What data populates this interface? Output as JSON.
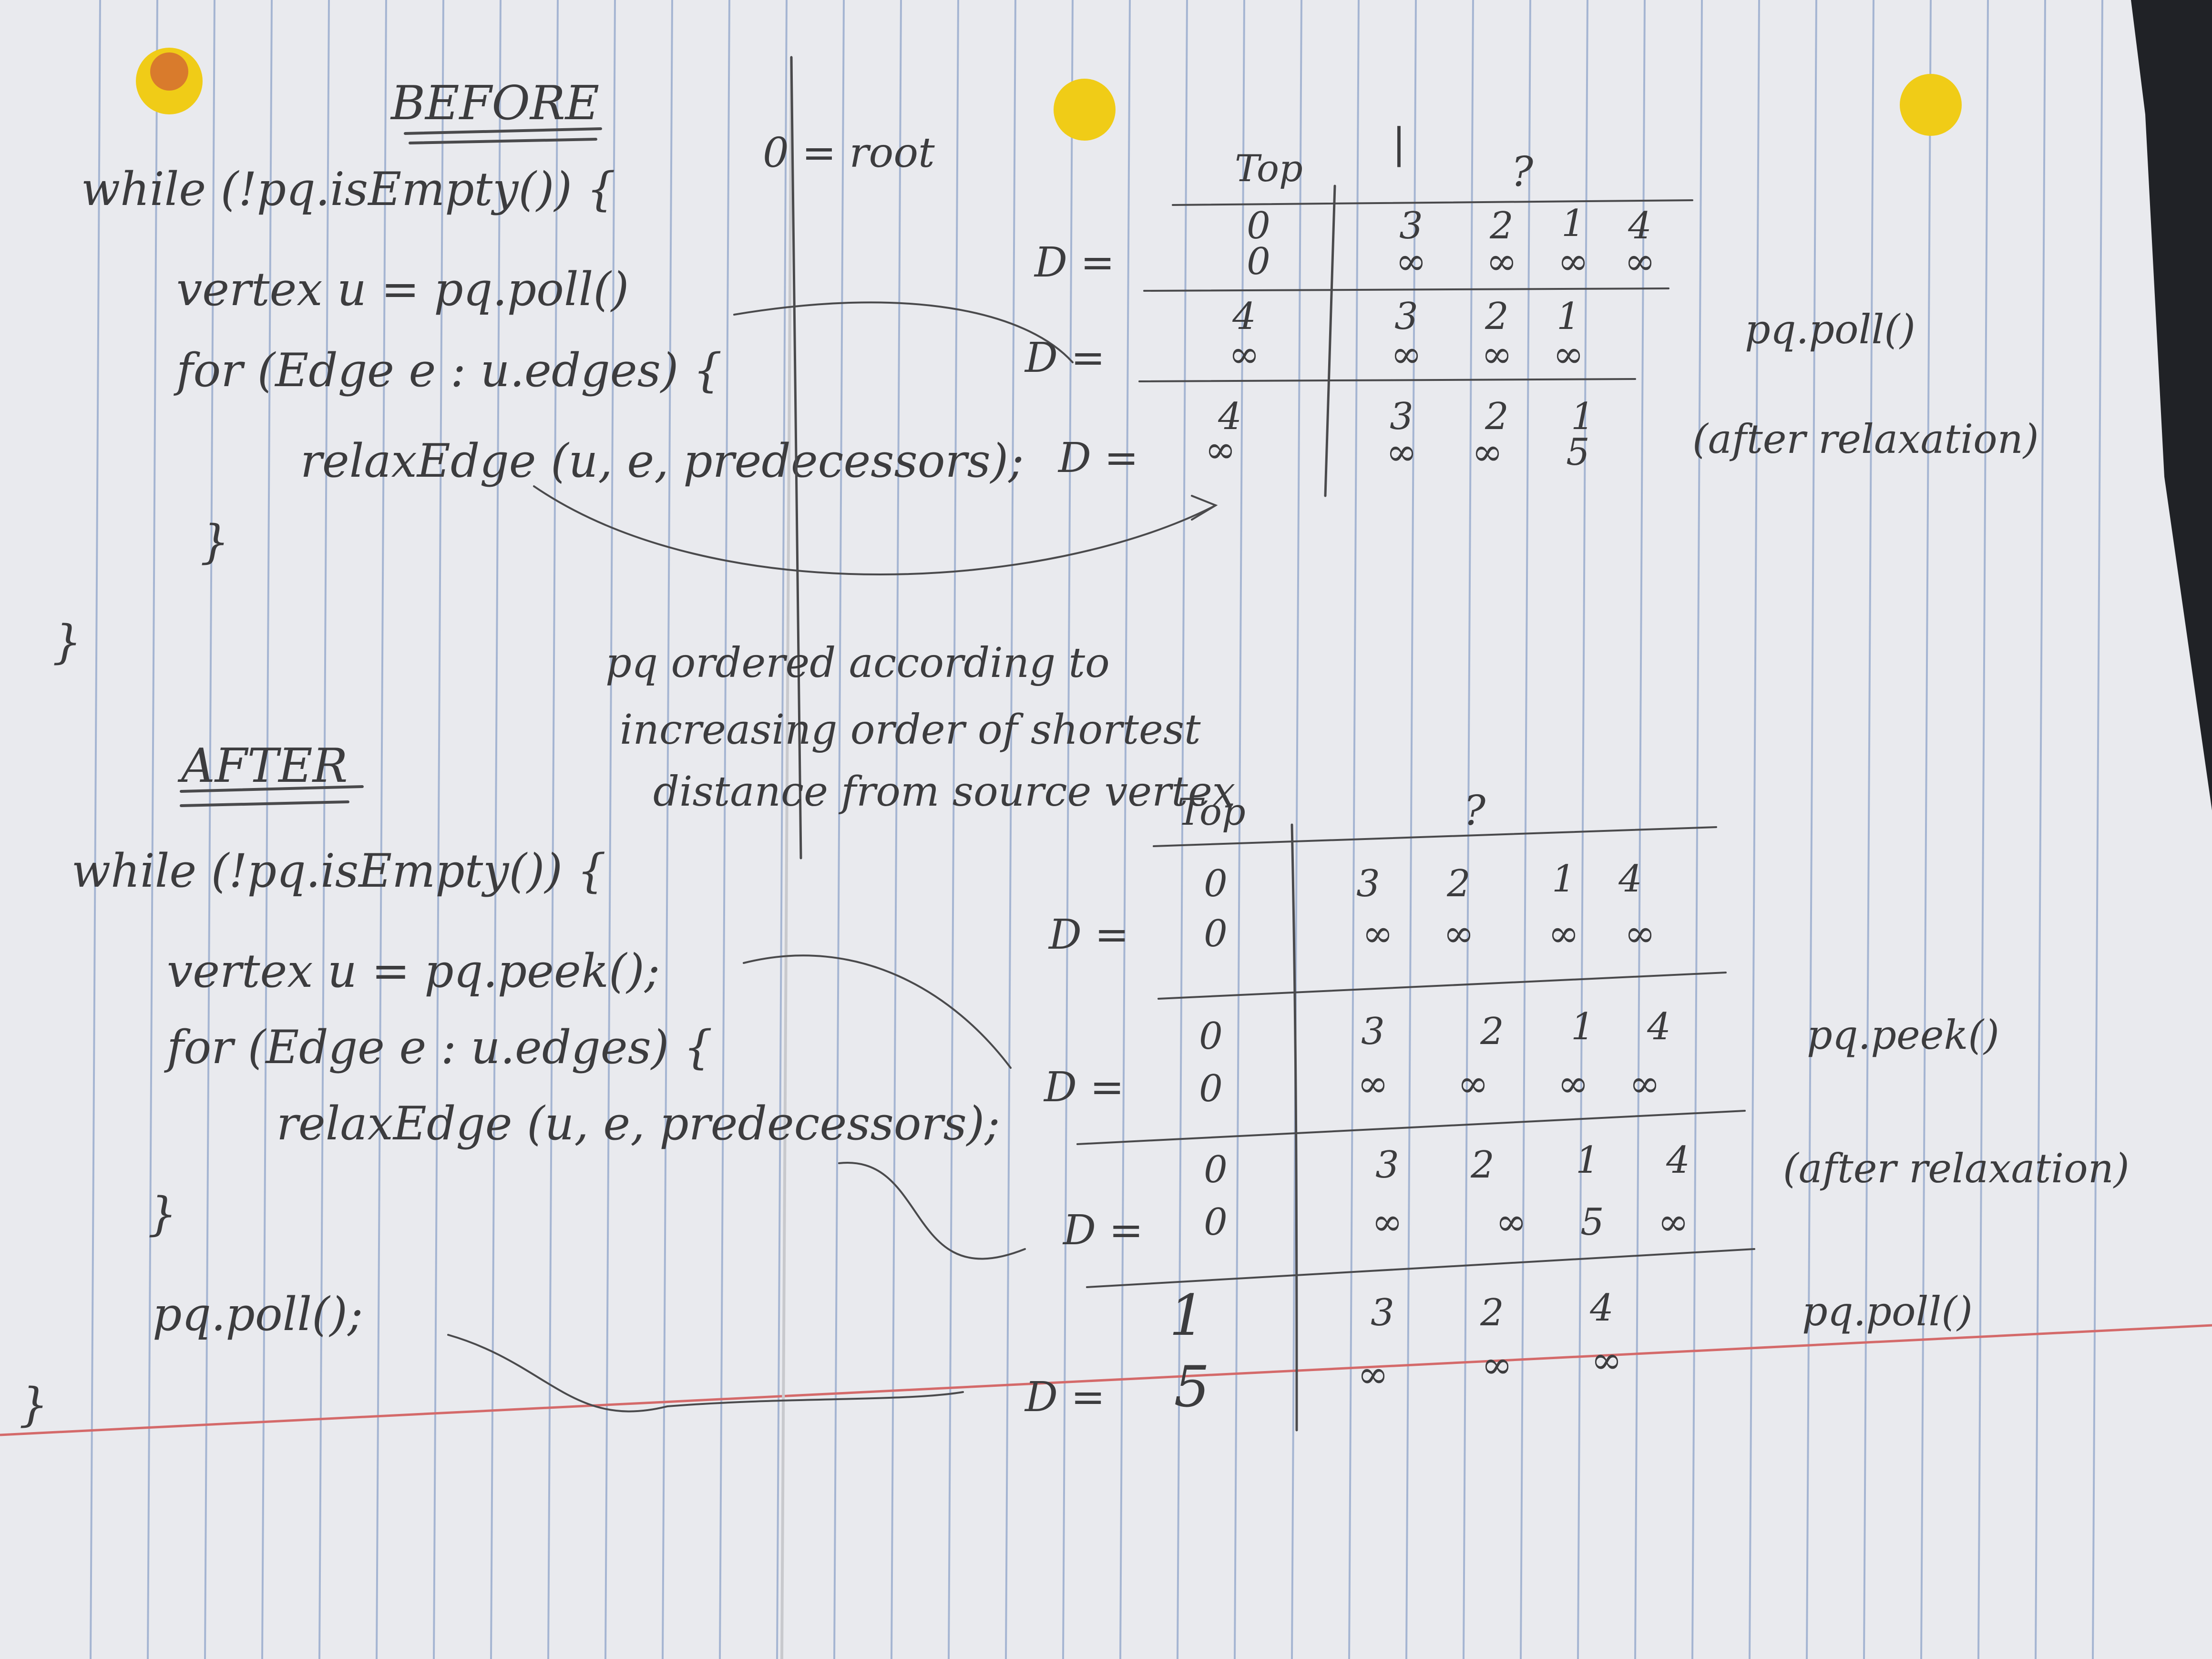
{
  "before": {
    "heading": "BEFORE",
    "code": [
      "while (!pq.isEmpty()) {",
      "vertex u = pq.poll()",
      "for (Edge e : u.edges) {",
      "relaxEdge (u, e, predecessors);",
      "}",
      "}"
    ],
    "note_root": "0 = root"
  },
  "after": {
    "heading": "AFTER",
    "code": [
      "while (!pq.isEmpty()) {",
      "vertex u = pq.peek();",
      "for (Edge e : u.edges) {",
      "relaxEdge (u, e, predecessors);",
      "}",
      "pq.poll();",
      "}"
    ]
  },
  "pq_note": [
    "pq ordered according to",
    "increasing order of shortest",
    "distance from source vertex"
  ],
  "table_before": {
    "top_label": "Top",
    "q_label": "?",
    "marker": "|",
    "rows": [
      {
        "prefix": "D =",
        "top": [
          "0",
          "0"
        ],
        "rest": [
          [
            "3",
            "2",
            "1",
            "4"
          ],
          [
            "∞",
            "∞",
            "∞",
            "∞"
          ]
        ],
        "note": ""
      },
      {
        "prefix": "D =",
        "top": [
          "4",
          "∞"
        ],
        "rest": [
          [
            "3",
            "2",
            "1"
          ],
          [
            "∞",
            "∞",
            "∞"
          ]
        ],
        "note": "pq.poll()"
      },
      {
        "prefix": "D =",
        "top": [
          "4",
          "∞"
        ],
        "rest": [
          [
            "3",
            "2",
            "1"
          ],
          [
            "∞",
            "∞",
            "5"
          ]
        ],
        "note": "(after relaxation)"
      }
    ]
  },
  "table_after": {
    "top_label": "Top",
    "q_label": "?",
    "rows": [
      {
        "prefix": "D =",
        "top": [
          "0",
          "0"
        ],
        "rest": [
          [
            "3",
            "2",
            "1",
            "4"
          ],
          [
            "∞",
            "∞",
            "∞",
            "∞"
          ]
        ],
        "note": ""
      },
      {
        "prefix": "D =",
        "top": [
          "0",
          "0"
        ],
        "rest": [
          [
            "3",
            "2",
            "1",
            "4"
          ],
          [
            "∞",
            "∞",
            "∞",
            "∞"
          ]
        ],
        "note": "pq.peek()"
      },
      {
        "prefix": "D =",
        "top": [
          "0",
          "0"
        ],
        "rest": [
          [
            "3",
            "2",
            "1",
            "4"
          ],
          [
            "∞",
            "∞",
            "5",
            "∞"
          ]
        ],
        "note": "(after relaxation)"
      },
      {
        "prefix": "D =",
        "top": [
          "1",
          "5"
        ],
        "rest": [
          [
            "3",
            "2",
            "4"
          ],
          [
            "∞",
            "∞",
            "∞"
          ]
        ],
        "note": "pq.poll()"
      }
    ]
  },
  "colors": {
    "paper": "#e9eaee",
    "rule_line": "#8fa4c9",
    "margin_line": "#d46a6a",
    "pencil": "#3c3c3e",
    "sticker": "#f0cc17",
    "binder": "#1f3ca3"
  }
}
